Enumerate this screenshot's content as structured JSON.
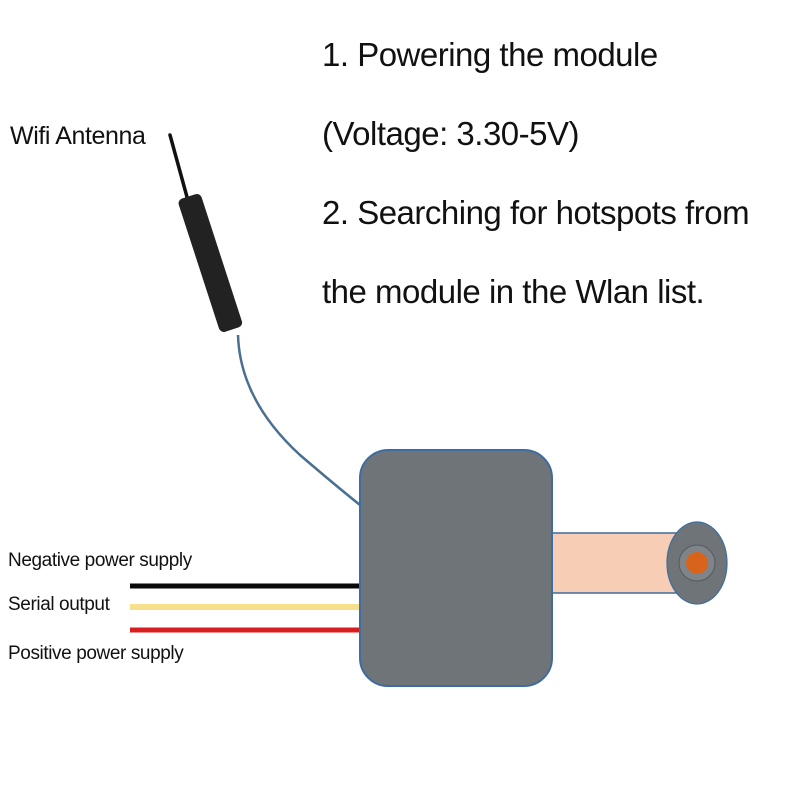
{
  "instructions": [
    "1. Powering the module",
    "(Voltage: 3.30-5V)",
    "2. Searching for hotspots from",
    "the module in the Wlan list."
  ],
  "antenna_label": "Wifi Antenna",
  "wires": [
    {
      "label": "Negative power supply",
      "color": "#0a0a0a"
    },
    {
      "label": "Serial output",
      "color": "#f6e08c"
    },
    {
      "label": "Positive power supply",
      "color": "#d81e1e"
    }
  ],
  "colors": {
    "module_body": "#6f7479",
    "module_border": "#3d6d9e",
    "antenna_cable": "#4a6f8f",
    "lens_barrel": "#f7cdb5",
    "lens_ring": "#6f7479",
    "lens_center": "#d8641c"
  }
}
